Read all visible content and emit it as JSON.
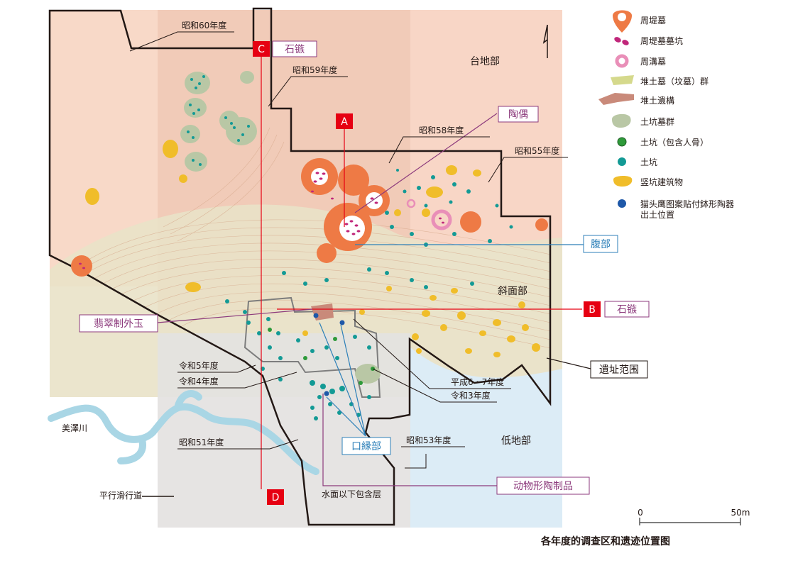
{
  "title": "各年度的调查区和遗迹位置图",
  "legend": [
    {
      "icon": "moated-tomb-ring-icon",
      "label": "周堤墓",
      "color": "#ee7a45"
    },
    {
      "icon": "moated-tomb-pit-icon",
      "label": "周堤墓墓坑",
      "color": "#c0267a"
    },
    {
      "icon": "ditch-tomb-ring-icon",
      "label": "周溝墓",
      "color": "#e98fb8"
    },
    {
      "icon": "mound-tomb-group-icon",
      "label": "堆土墓（坟墓）群",
      "color": "#d5d98c"
    },
    {
      "icon": "mound-structure-icon",
      "label": "堆土遺構",
      "color": "#c98a7a"
    },
    {
      "icon": "pit-tomb-group-icon",
      "label": "土坑墓群",
      "color": "#b9c7a5"
    },
    {
      "icon": "pit-with-bone-icon",
      "label": "土坑（包含人骨）",
      "color": "#2e9a3a"
    },
    {
      "icon": "pit-icon",
      "label": "土坑",
      "color": "#139a95"
    },
    {
      "icon": "pit-dwelling-icon",
      "label": "竖坑建筑物",
      "color": "#f0bd2a"
    },
    {
      "icon": "pottery-find-icon",
      "label": "猫头鹰图案贴付鉢形陶器出土位置",
      "color": "#1e58a8"
    }
  ],
  "zones": {
    "upland": "台地部",
    "slope": "斜面部",
    "lowland": "低地部"
  },
  "survey_years": {
    "s60": "昭和60年度",
    "s59": "昭和59年度",
    "s58": "昭和58年度",
    "s55": "昭和55年度",
    "r5": "令和5年度",
    "r4": "令和4年度",
    "h67": "平成6・7年度",
    "r3": "令和3年度",
    "s51": "昭和51年度",
    "s53": "昭和53年度"
  },
  "site_range": "遺址范围",
  "river": "美澤川",
  "road": "平行滑行道",
  "underwater_layer": "水面以下包含层",
  "section_markers": {
    "a": "A",
    "b": "B",
    "c": "C",
    "d": "D"
  },
  "callouts": {
    "stone_arrow_c": "石镞",
    "stone_arrow_b": "石镞",
    "clay_figure": "陶偶",
    "belly": "腹部",
    "jade": "翡翠制外玉",
    "rim": "口縁部",
    "animal_pottery": "动物形陶制品"
  },
  "scale": {
    "start": "0",
    "end": "50m"
  },
  "north_arrow": "north"
}
